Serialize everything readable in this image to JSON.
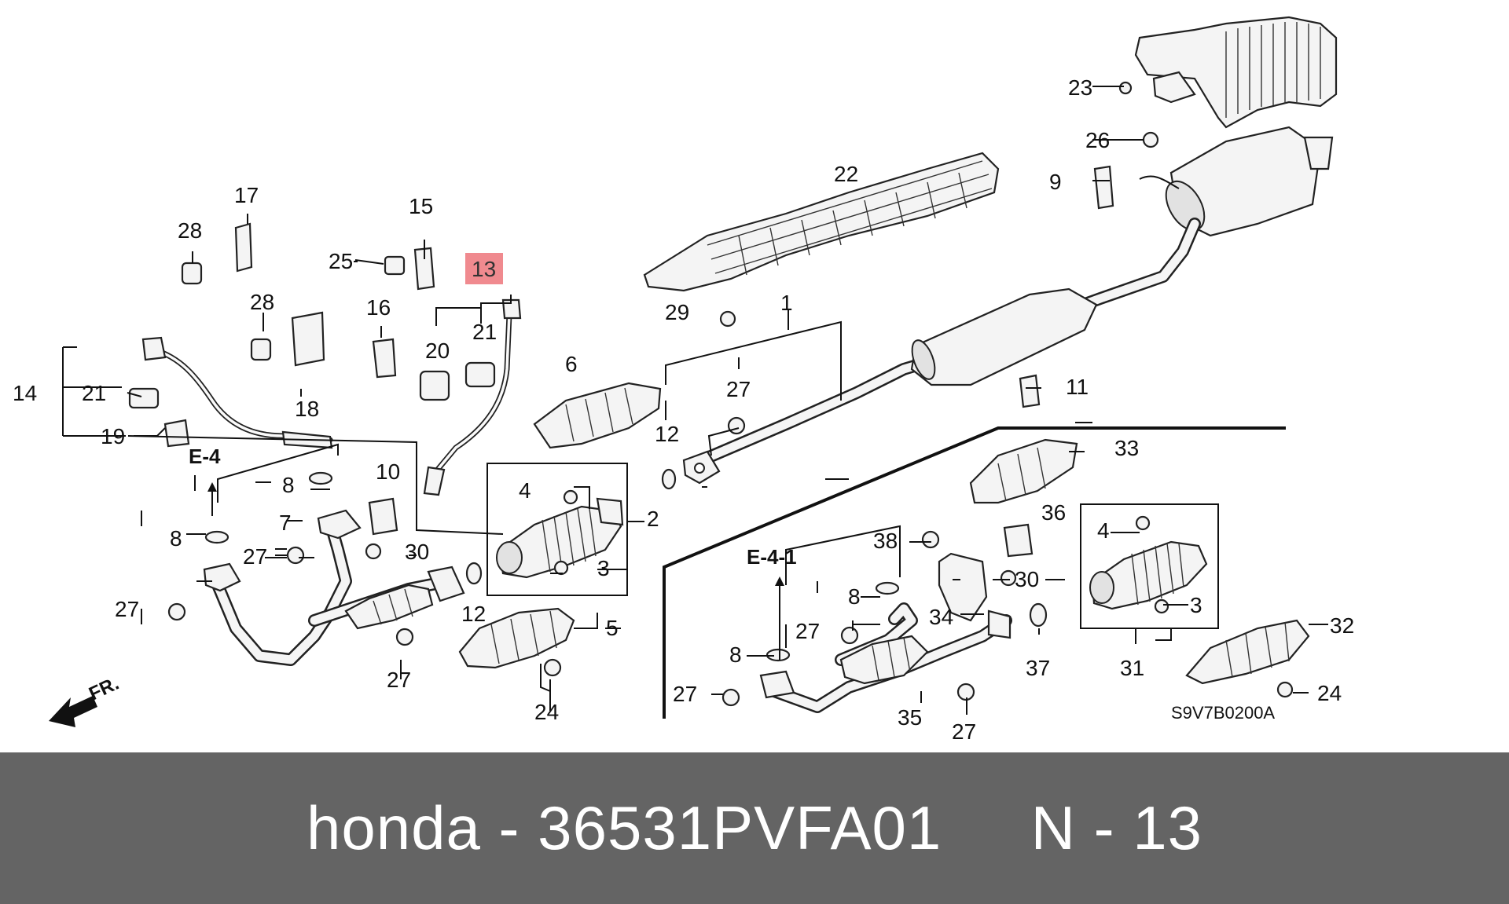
{
  "diagram": {
    "section_labels": {
      "e4": "E-4",
      "e41": "E-4-1"
    },
    "catalog_code": "S9V7B0200A",
    "direction_label": "FR.",
    "highlighted_callout": "13",
    "callouts": {
      "c1": "1",
      "c2": "2",
      "c3a": "3",
      "c3b": "3",
      "c4a": "4",
      "c4b": "4",
      "c5": "5",
      "c6": "6",
      "c7": "7",
      "c8a": "8",
      "c8b": "8",
      "c8c": "8",
      "c8d": "8",
      "c9": "9",
      "c10": "10",
      "c11": "11",
      "c12a": "12",
      "c12b": "12",
      "c14": "14",
      "c15": "15",
      "c16": "16",
      "c17": "17",
      "c18": "18",
      "c19": "19",
      "c20": "20",
      "c21a": "21",
      "c21b": "21",
      "c22": "22",
      "c23": "23",
      "c24a": "24",
      "c24b": "24",
      "c25": "25",
      "c26": "26",
      "c27a": "27",
      "c27b": "27",
      "c27c": "27",
      "c27d": "27",
      "c27e": "27",
      "c27f": "27",
      "c27g": "27",
      "c27h": "27",
      "c28a": "28",
      "c28b": "28",
      "c29": "29",
      "c30a": "30",
      "c30b": "30",
      "c31": "31",
      "c32": "32",
      "c33": "33",
      "c34": "34",
      "c35": "35",
      "c36": "36",
      "c37": "37",
      "c38": "38"
    }
  },
  "footer": {
    "text": "honda - 36531PVFA01     N - 13"
  }
}
